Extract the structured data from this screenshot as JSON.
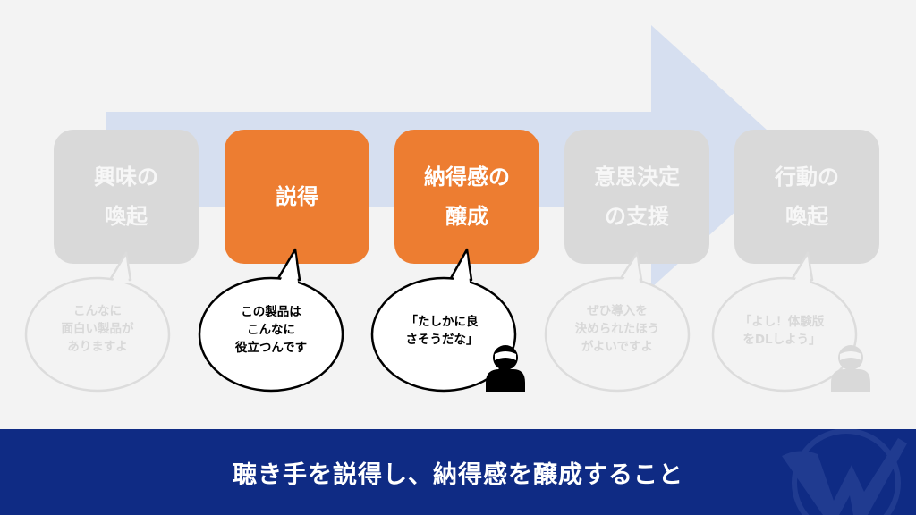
{
  "steps": [
    {
      "label": "興味の\n喚起",
      "state": "inactive"
    },
    {
      "label": "説得",
      "state": "active"
    },
    {
      "label": "納得感の\n醸成",
      "state": "active"
    },
    {
      "label": "意思決定\nの支援",
      "state": "inactive"
    },
    {
      "label": "行動の\n喚起",
      "state": "inactive"
    }
  ],
  "bubbles": [
    {
      "text": "こんなに\n面白い製品が\nありますよ",
      "style": "dim"
    },
    {
      "text": "この製品は\nこんなに\n役立つんです",
      "style": "dark"
    },
    {
      "text": "「たしかに良\nさそうだな」",
      "style": "dark"
    },
    {
      "text": "ぜひ導入を\n決められたほう\nがよいですよ",
      "style": "dim"
    },
    {
      "text": "「よし！体験版\nをDLしよう」",
      "style": "dim"
    }
  ],
  "footer": {
    "message": "聴き手を説得し、納得感を醸成すること"
  },
  "colors": {
    "accent": "#ed7d31",
    "inactive": "#d9d9d9",
    "arrow": "#d6dff0",
    "footer": "#0f2b84"
  },
  "icons": {
    "user_active": "user-icon",
    "user_dim": "user-icon"
  }
}
